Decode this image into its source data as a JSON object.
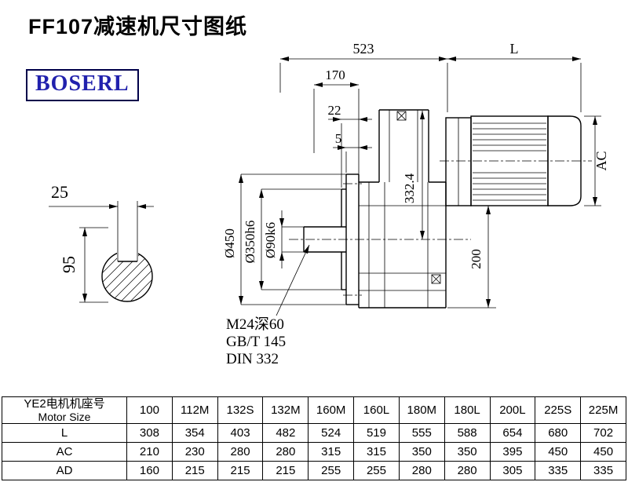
{
  "page": {
    "title": "FF107减速机尺寸图纸",
    "brand": "BOSERL"
  },
  "drawing": {
    "dim_523": "523",
    "dim_L": "L",
    "dim_170": "170",
    "dim_22": "22",
    "dim_5": "5",
    "dim_AC": "AC",
    "dim_332_4": "332.4",
    "dim_200": "200",
    "dia_flange": "Ø450",
    "dia_spigot": "Ø350h6",
    "dia_shaft": "Ø90k6",
    "dim_25": "25",
    "dim_95": "95",
    "note_1": "M24深60",
    "note_2": "GB/T 145",
    "note_3": "DIN 332"
  },
  "table": {
    "header_line1": "YE2电机机座号",
    "header_line2": "Motor Size",
    "columns": [
      "100",
      "112M",
      "132S",
      "132M",
      "160M",
      "160L",
      "180M",
      "180L",
      "200L",
      "225S",
      "225M"
    ],
    "rows": [
      {
        "label": "L",
        "values": [
          "308",
          "354",
          "403",
          "482",
          "524",
          "519",
          "555",
          "588",
          "654",
          "680",
          "702"
        ]
      },
      {
        "label": "AC",
        "values": [
          "210",
          "230",
          "280",
          "280",
          "315",
          "315",
          "350",
          "350",
          "395",
          "450",
          "450"
        ]
      },
      {
        "label": "AD",
        "values": [
          "160",
          "215",
          "215",
          "215",
          "255",
          "255",
          "280",
          "280",
          "305",
          "335",
          "335"
        ]
      }
    ]
  }
}
